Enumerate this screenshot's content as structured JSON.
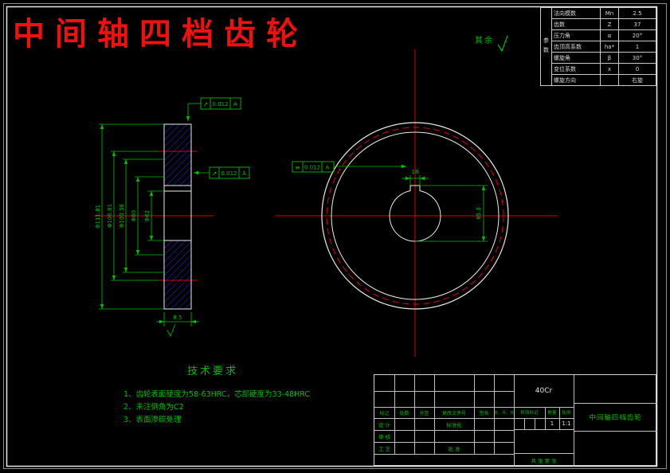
{
  "page_title": "中间轴四档齿轮",
  "notes": {
    "surface_prefix": "其余"
  },
  "param_table": {
    "side_label": "参数",
    "rows": [
      {
        "name": "法向模数",
        "symbol": "Mn",
        "value": "2.5"
      },
      {
        "name": "齿数",
        "symbol": "Z",
        "value": "37"
      },
      {
        "name": "压力角",
        "symbol": "α",
        "value": "20°"
      },
      {
        "name": "齿顶高系数",
        "symbol": "ha*",
        "value": "1"
      },
      {
        "name": "螺旋角",
        "symbol": "β",
        "value": "30°"
      },
      {
        "name": "变位系数",
        "symbol": "x",
        "value": "0"
      },
      {
        "name": "螺旋方向",
        "symbol": "",
        "value": "右旋"
      }
    ]
  },
  "dims": {
    "tip": "Φ111.81",
    "pitch": "Φ106.81",
    "root": "Φ100.56",
    "web": "Φ80",
    "bore": "Φ62",
    "face_width": "8.5",
    "key_width": "18",
    "key_depth": "65.3"
  },
  "frames": [
    {
      "symbol": "↗",
      "value": "0.012",
      "datum": "A"
    },
    {
      "symbol": "↗",
      "value": "0.012",
      "datum": "A"
    },
    {
      "symbol": "≡",
      "value": "0.012",
      "datum": "A"
    }
  ],
  "tech": {
    "title": "技术要求",
    "items": [
      "1、齿轮表面硬度为58-63HRC，芯部硬度为33-48HRC",
      "2、未注倒角为C2",
      "3、表面渗碳处理"
    ]
  },
  "title_block": {
    "material": "40Cr",
    "name": "中间轴四档齿轮",
    "rev_headers": [
      "标记",
      "处数",
      "分区",
      "更改文件号",
      "签名",
      "年、月、日"
    ],
    "labels": {
      "design": "设 计",
      "standardize": "标准化",
      "check": "审 核",
      "process": "工 艺",
      "approve": "批 准",
      "stage": "阶段标记",
      "qty": "数量",
      "scale": "比例",
      "sheets": "共  张  第  张"
    },
    "values": {
      "qty": "1",
      "scale": "1:1"
    }
  }
}
